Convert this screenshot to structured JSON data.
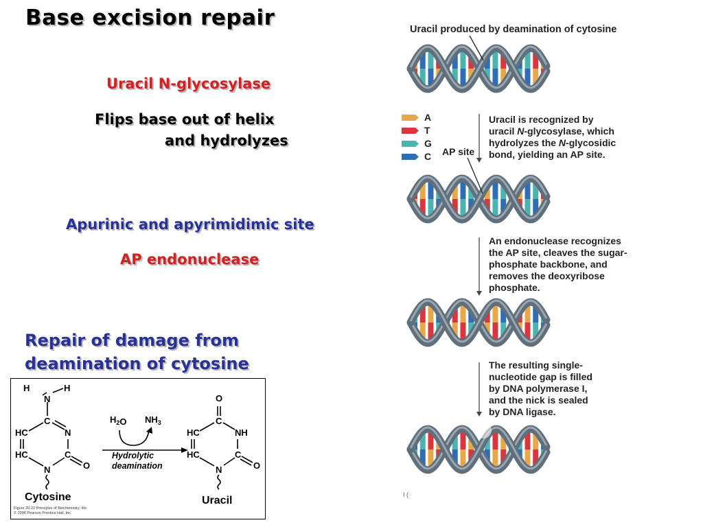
{
  "slide": {
    "title": "Base excision repair",
    "enzyme1": "Uracil N-glycosylase",
    "enzyme1_desc_line1": "Flips base out of helix",
    "enzyme1_desc_line2": "and hydrolyzes",
    "site_name": "Apurinic and apyrimidimic site",
    "enzyme2": "AP endonuclease",
    "heading_line1": "Repair of damage from",
    "heading_line2": "deamination of cytosine"
  },
  "chemistry_figure": {
    "reactant_name": "Cytosine",
    "product_name": "Uracil",
    "reagent": "H2O",
    "byproduct": "NH3",
    "reaction_line1": "Hydrolytic",
    "reaction_line2": "deamination",
    "credit_line1": "Figure 20-22  Principles of Biochemistry, 4/e",
    "credit_line2": "© 2006 Pearson Prentice Hall, Inc.",
    "atoms": {
      "h": "H",
      "n": "N",
      "c": "C",
      "o": "O",
      "hc": "HC",
      "nh": "NH"
    }
  },
  "dna_figure": {
    "title": "Uracil produced by deamination of cytosine",
    "legend": [
      {
        "label": "A",
        "color": "#e8a84a"
      },
      {
        "label": "T",
        "color": "#d9363e"
      },
      {
        "label": "G",
        "color": "#4bb3b0"
      },
      {
        "label": "C",
        "color": "#2f6db5"
      }
    ],
    "ap_site_label": "AP site",
    "step1": [
      "Uracil is recognized by",
      "uracil N-glycosylase, which",
      "hydrolyzes the N-glycosidic",
      "bond, yielding an AP site."
    ],
    "step2": [
      "An endonuclease recognizes",
      "the AP site, cleaves the sugar-",
      "phosphate backbone, and",
      "removes the deoxyribose",
      "phosphate."
    ],
    "step3": [
      "The resulting single-",
      "nucleotide gap is filled",
      "by DNA polymerase I,",
      "and the nick is sealed",
      "by DNA ligase."
    ],
    "backbone_color": "#5f6f7c",
    "uracil_color": "#f1d21d",
    "edge_marks": "I ("
  }
}
